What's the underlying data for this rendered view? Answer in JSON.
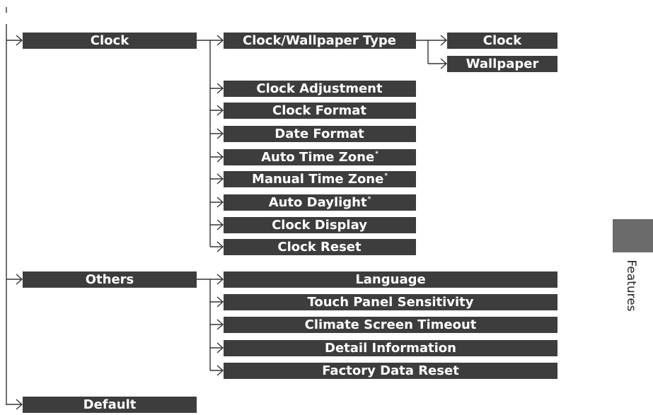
{
  "diagram": {
    "level1": [
      {
        "id": "clock",
        "label": "Clock"
      },
      {
        "id": "others",
        "label": "Others"
      },
      {
        "id": "default",
        "label": "Default"
      }
    ],
    "clock_children": [
      {
        "id": "clock-wallpaper-type",
        "label": "Clock/Wallpaper Type",
        "asterisk": ""
      },
      {
        "id": "clock-adjustment",
        "label": "Clock Adjustment",
        "asterisk": ""
      },
      {
        "id": "clock-format",
        "label": "Clock Format",
        "asterisk": ""
      },
      {
        "id": "date-format",
        "label": "Date Format",
        "asterisk": ""
      },
      {
        "id": "auto-time-zone",
        "label": "Auto Time Zone",
        "asterisk": "*"
      },
      {
        "id": "manual-time-zone",
        "label": "Manual Time Zone",
        "asterisk": "*"
      },
      {
        "id": "auto-daylight",
        "label": "Auto Daylight",
        "asterisk": "*"
      },
      {
        "id": "clock-display",
        "label": "Clock Display",
        "asterisk": ""
      },
      {
        "id": "clock-reset",
        "label": "Clock Reset",
        "asterisk": ""
      }
    ],
    "wallpaper_type_children": [
      {
        "id": "clock-option",
        "label": "Clock"
      },
      {
        "id": "wallpaper-option",
        "label": "Wallpaper"
      }
    ],
    "others_children": [
      {
        "id": "language",
        "label": "Language"
      },
      {
        "id": "touch-panel-sensitivity",
        "label": "Touch Panel Sensitivity"
      },
      {
        "id": "climate-screen-timeout",
        "label": "Climate Screen Timeout"
      },
      {
        "id": "detail-information",
        "label": "Detail Information"
      },
      {
        "id": "factory-data-reset",
        "label": "Factory Data Reset"
      }
    ]
  },
  "side_tab": {
    "label": "Features"
  },
  "colors": {
    "box": "#3d3d3d",
    "box_text": "#ffffff",
    "line": "#333333",
    "tab": "#6b6b6b"
  }
}
